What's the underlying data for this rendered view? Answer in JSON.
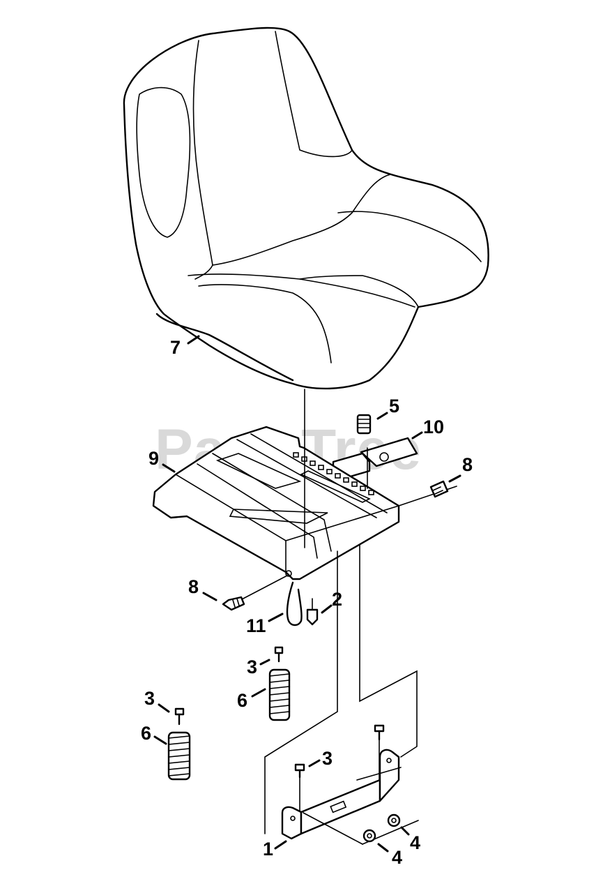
{
  "watermark": "PartsTree",
  "callouts": [
    {
      "id": "seat",
      "label": "7"
    },
    {
      "id": "spring-top",
      "label": "5"
    },
    {
      "id": "bracket-top",
      "label": "10"
    },
    {
      "id": "plate",
      "label": "9"
    },
    {
      "id": "bolt-right",
      "label": "8"
    },
    {
      "id": "bolt-left",
      "label": "8"
    },
    {
      "id": "clip",
      "label": "11"
    },
    {
      "id": "pin",
      "label": "2"
    },
    {
      "id": "screw-mid",
      "label": "3"
    },
    {
      "id": "spring-mid",
      "label": "6"
    },
    {
      "id": "screw-left",
      "label": "3"
    },
    {
      "id": "spring-left",
      "label": "6"
    },
    {
      "id": "screw-base",
      "label": "3"
    },
    {
      "id": "nut-right",
      "label": "4"
    },
    {
      "id": "nut-bottom",
      "label": "4"
    },
    {
      "id": "base-bracket",
      "label": "1"
    }
  ]
}
